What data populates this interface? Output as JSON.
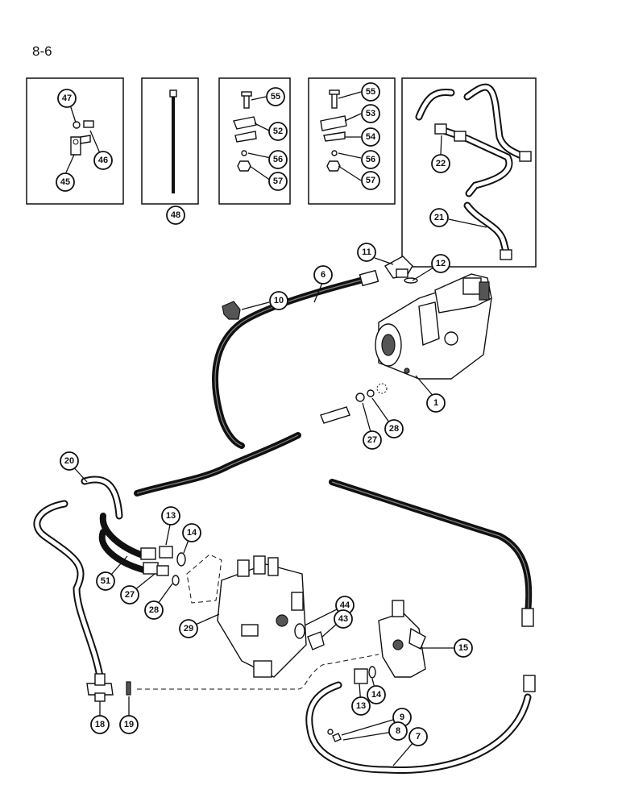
{
  "page": {
    "label": "8-6"
  },
  "callouts": {
    "c47": "47",
    "c46": "46",
    "c45": "45",
    "c48": "48",
    "c55a": "55",
    "c52": "52",
    "c56a": "56",
    "c57a": "57",
    "c55b": "55",
    "c53": "53",
    "c54": "54",
    "c56b": "56",
    "c57b": "57",
    "c22": "22",
    "c21": "21",
    "c11": "11",
    "c12": "12",
    "c6": "6",
    "c10": "10",
    "c1": "1",
    "c27a": "27",
    "c28a": "28",
    "c20": "20",
    "c13a": "13",
    "c14a": "14",
    "c51": "51",
    "c27b": "27",
    "c28b": "28",
    "c29": "29",
    "c44": "44",
    "c43": "43",
    "c15": "15",
    "c13b": "13",
    "c14b": "14",
    "c9": "9",
    "c8": "8",
    "c7": "7",
    "c18": "18",
    "c19": "19"
  }
}
